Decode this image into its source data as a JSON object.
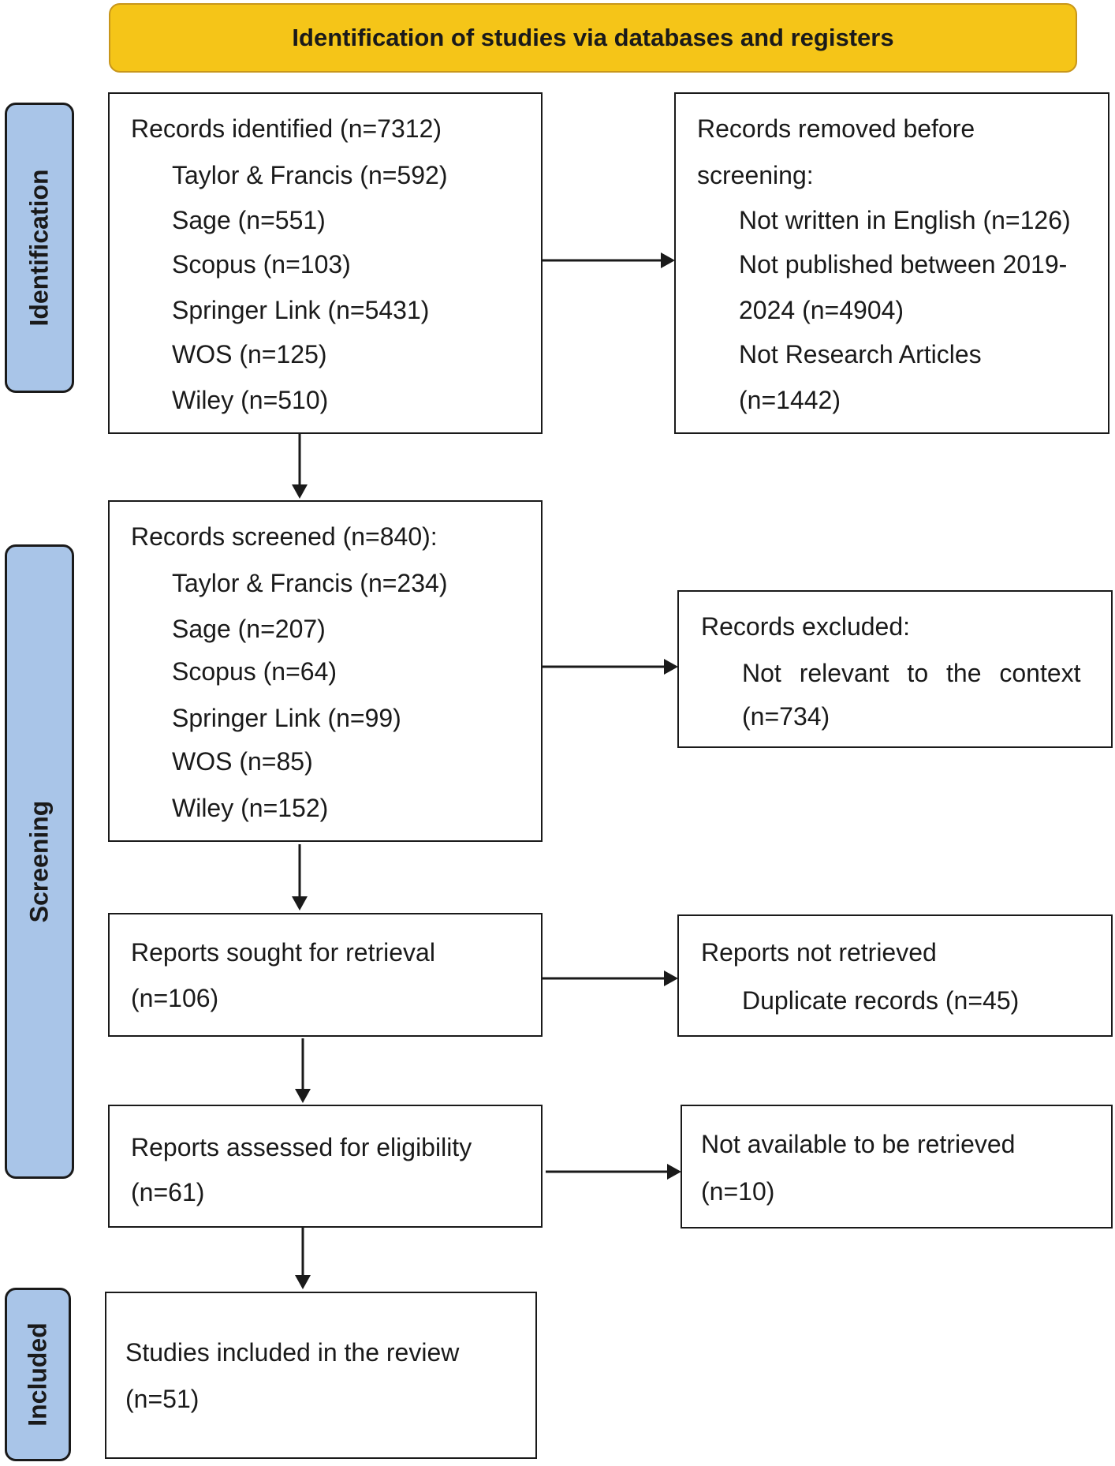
{
  "header": {
    "title": "Identification of studies via databases and registers"
  },
  "stages": {
    "identification": "Identification",
    "screening": "Screening",
    "included": "Included"
  },
  "boxes": {
    "records_identified": {
      "lines": [
        "Records identified (n=7312)",
        "Taylor & Francis (n=592)",
        "Sage (n=551)",
        "Scopus (n=103)",
        "Springer Link (n=5431)",
        "WOS (n=125)",
        "Wiley (n=510)"
      ]
    },
    "records_removed": {
      "lines": [
        "Records removed before",
        "screening:",
        "Not written in English (n=126)",
        "Not published between 2019-",
        "2024 (n=4904)",
        "Not Research Articles",
        "(n=1442)"
      ]
    },
    "records_screened": {
      "lines": [
        "Records screened (n=840):",
        "Taylor & Francis (n=234)",
        "Sage (n=207)",
        "Scopus (n=64)",
        "Springer Link (n=99)",
        "WOS (n=85)",
        "Wiley (n=152)"
      ]
    },
    "records_excluded": {
      "lines": [
        "Records excluded:",
        "Not relevant to the context",
        "(n=734)"
      ]
    },
    "reports_sought": {
      "lines": [
        "Reports sought for retrieval",
        "(n=106)"
      ]
    },
    "reports_not_retrieved": {
      "lines": [
        "Reports not retrieved",
        "Duplicate records (n=45)"
      ]
    },
    "reports_assessed": {
      "lines": [
        "Reports assessed for eligibility",
        "(n=61)"
      ]
    },
    "not_available": {
      "lines": [
        "Not available to be retrieved",
        "(n=10)"
      ]
    },
    "studies_included": {
      "lines": [
        "Studies included in the review",
        "(n=51)"
      ]
    }
  },
  "colors": {
    "header_fill": "#f5c518",
    "stage_fill": "#a9c5e8",
    "line": "#1a1a1a"
  }
}
